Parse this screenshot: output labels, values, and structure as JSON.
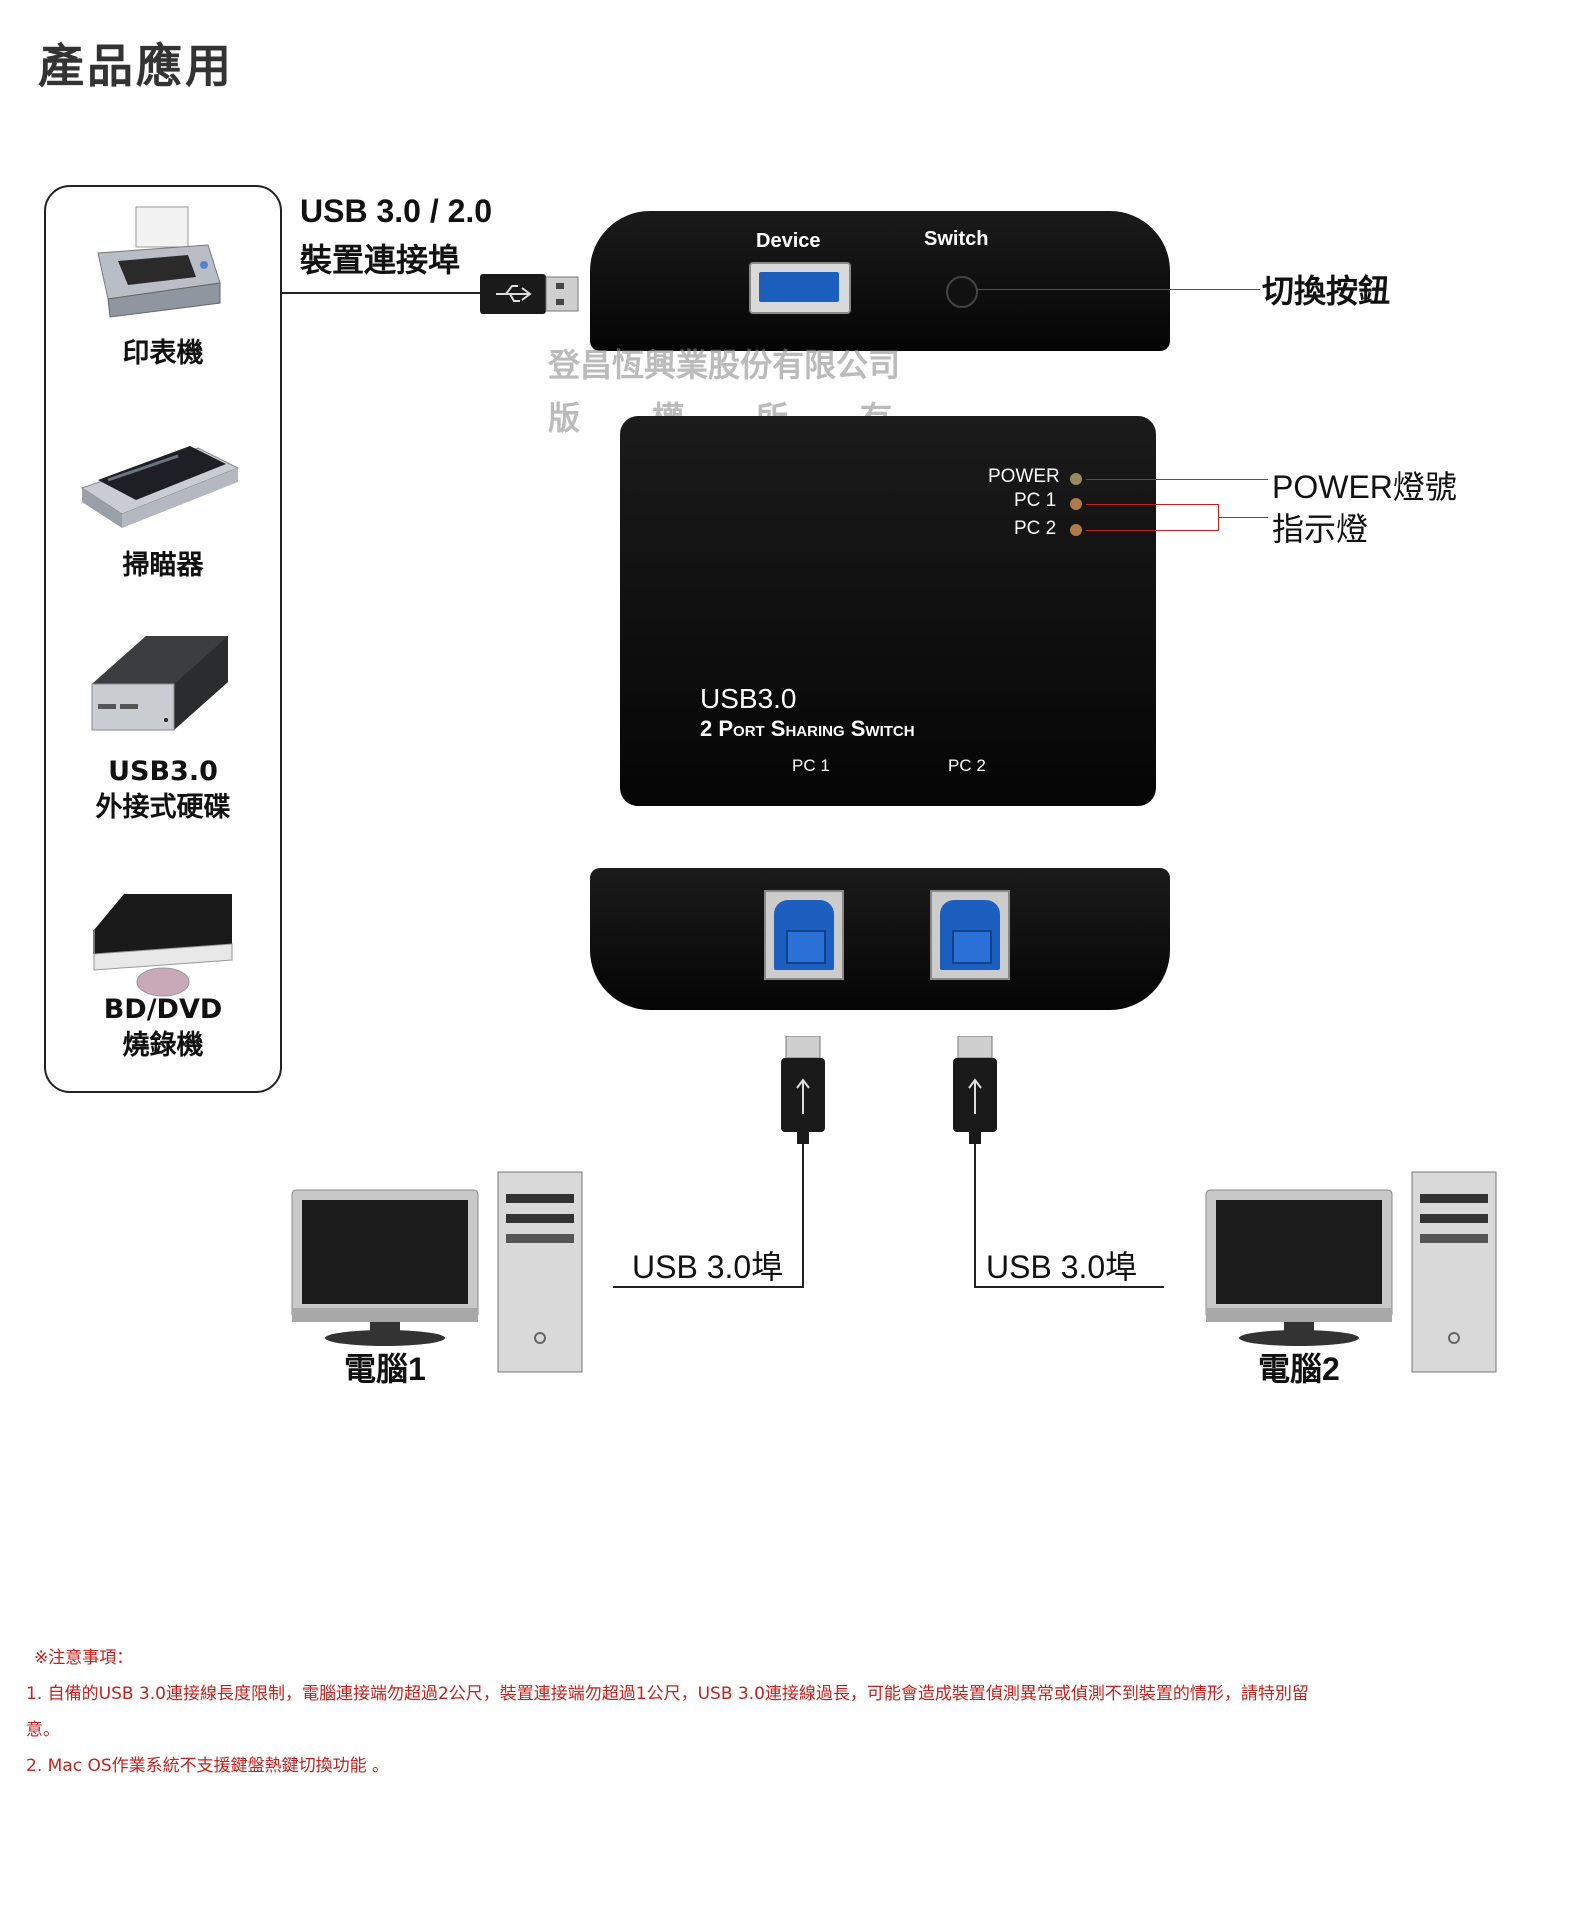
{
  "page_title": "產品應用",
  "devices": [
    {
      "label_1": "印表機",
      "label_2": "",
      "icon": "printer-icon"
    },
    {
      "label_1": "掃瞄器",
      "label_2": "",
      "icon": "scanner-icon"
    },
    {
      "label_1": "USB3.0",
      "label_2": "外接式硬碟",
      "icon": "hard-drive-icon"
    },
    {
      "label_1": "BD/DVD",
      "label_2": "燒錄機",
      "icon": "optical-drive-icon"
    }
  ],
  "callouts": {
    "device_port_1": "USB 3.0 / 2.0",
    "device_port_2": "裝置連接埠",
    "switch_button": "切換按鈕",
    "power_led": "POWER燈號",
    "indicator": "指示燈",
    "usb_port_left": "USB 3.0埠",
    "usb_port_right": "USB 3.0埠"
  },
  "top_case": {
    "device_label": "Device",
    "switch_label": "Switch"
  },
  "front_case": {
    "led_power": "POWER",
    "led_pc1": "PC 1",
    "led_pc2": "PC 2",
    "brand_line1": "USB3.0",
    "brand_line2": "2 Port Sharing Switch",
    "port_pc1": "PC 1",
    "port_pc2": "PC 2"
  },
  "watermark": {
    "line1": "登昌恆興業股份有限公司",
    "c1": "版",
    "c2": "權",
    "c3": "所",
    "c4": "有"
  },
  "computers": [
    {
      "label": "電腦1"
    },
    {
      "label": "電腦2"
    }
  ],
  "notes": {
    "heading": "※注意事項：",
    "item1_line1": "1. 自備的USB 3.0連接線長度限制，電腦連接端勿超過2公尺，裝置連接端勿超過1公尺，USB 3.0連接線過長，可能會造成裝置偵測異常或偵測不到裝置的情形，請特別留",
    "item1_line2": "意。",
    "item2": "2. Mac OS作業系統不支援鍵盤熱鍵切換功能 。"
  },
  "colors": {
    "accent_red": "#c2231e",
    "usb_blue": "#1d5fbf",
    "case_black": "#0a0a0a"
  }
}
